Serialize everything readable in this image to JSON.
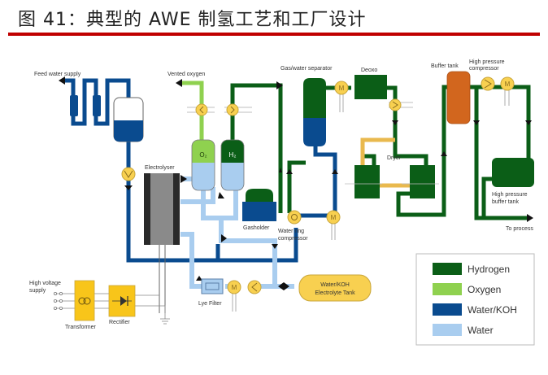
{
  "figure": {
    "title": "图 41：典型的 AWE 制氢工艺和工厂设计"
  },
  "colors": {
    "hydrogen": "#0b5e17",
    "oxygen": "#8fd14f",
    "water_koh": "#0a4b8f",
    "water": "#a9cdef",
    "component_yellow": "#f8d050",
    "buffer_tank": "#d2661e",
    "dryer_regen": "#e9b94e",
    "accent_rule": "#c00000"
  },
  "labels": {
    "feed_water_supply": "Feed water supply",
    "vented_oxygen": "Vented oxygen",
    "gas_water_separator": "Gas/water separator",
    "deoxo": "Deoxo",
    "buffer_tank": "Buffer tank",
    "high_pressure_compressor_1": "High pressure",
    "high_pressure_compressor_2": "compressor",
    "electrolyser": "Electrolyser",
    "o2": "O₂",
    "h2": "H₂",
    "gasholder": "Gasholder",
    "water_ring_compressor_1": "Water ring",
    "water_ring_compressor_2": "compressor",
    "dryer": "Dryer",
    "hp_buffer_tank_1": "High pressure",
    "hp_buffer_tank_2": "buffer tank",
    "to_process": "To process",
    "high_voltage_supply_1": "High voltage",
    "high_voltage_supply_2": "supply",
    "transformer": "Transformer",
    "rectifier": "Rectifier",
    "lye_filter": "Lye Filter",
    "electrolyte_tank_1": "Water/KOH",
    "electrolyte_tank_2": "Electrolyte Tank",
    "motor": "M"
  },
  "legend": {
    "items": [
      {
        "label": "Hydrogen",
        "color": "#0b5e17"
      },
      {
        "label": "Oxygen",
        "color": "#8fd14f"
      },
      {
        "label": "Water/KOH",
        "color": "#0a4b8f"
      },
      {
        "label": "Water",
        "color": "#a9cdef"
      }
    ]
  }
}
